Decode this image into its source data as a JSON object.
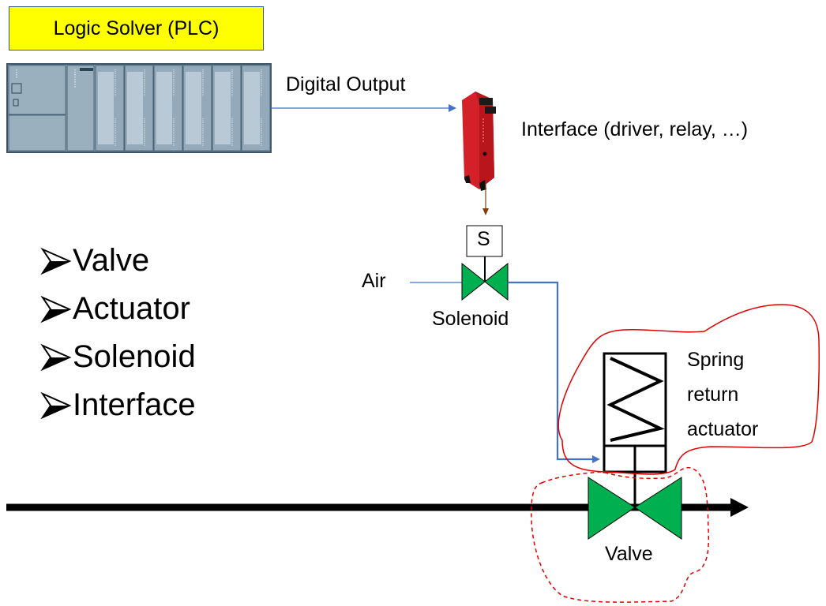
{
  "title": "Logic Solver (PLC)",
  "labels": {
    "digital_output": "Digital Output",
    "interface": "Interface (driver, relay, …)",
    "solenoid_tag": "S",
    "air": "Air",
    "solenoid": "Solenoid",
    "actuator_line1": "Spring",
    "actuator_line2": "return",
    "actuator_line3": "actuator",
    "valve": "Valve"
  },
  "bullets": [
    {
      "icon": "arrowhead-bullet-icon",
      "text": "Valve"
    },
    {
      "icon": "arrowhead-bullet-icon",
      "text": "Actuator"
    },
    {
      "icon": "arrowhead-bullet-icon",
      "text": "Solenoid"
    },
    {
      "icon": "arrowhead-bullet-icon",
      "text": "Interface"
    }
  ],
  "colors": {
    "title_bg": "#ffff00",
    "title_border": "#2f5597",
    "signal_line": "#4472c4",
    "power_line": "#843c0c",
    "valve_fill": "#00b050",
    "highlight": "#e00000",
    "plc_body": "#8fa3b3",
    "relay_body": "#d8202a"
  }
}
